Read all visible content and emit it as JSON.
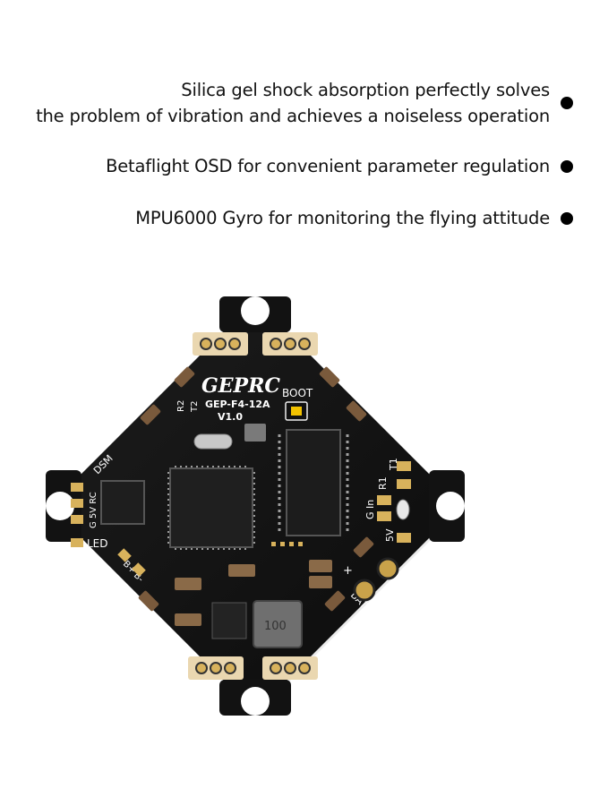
{
  "features": [
    {
      "lines": [
        "Silica gel shock absorption perfectly solves",
        "the problem of vibration  and achieves a noiseless operation"
      ]
    },
    {
      "lines": [
        "Betaflight OSD for convenient parameter regulation"
      ]
    },
    {
      "lines": [
        "MPU6000 Gyro for monitoring the flying attitude"
      ]
    }
  ],
  "board": {
    "brand": "GEPRC",
    "model": "GEP-F4-12A",
    "version": "V1.0",
    "boot": "BOOT",
    "labels": {
      "r2": "R2",
      "t2": "T2",
      "dsm": "DSM",
      "g5vrc": "G 5V RC",
      "led": "LED",
      "bplus": "B+",
      "bminus": "B-",
      "t1": "T1",
      "r1": "R1",
      "gin": "G In",
      "v5": "5V",
      "bat": "BAT+",
      "plus": "+"
    },
    "chip_text": "100",
    "colors": {
      "pcb": "#121212",
      "pad": "#d8b25c",
      "component": "#7a5a3c",
      "boot_button": "#f2c200"
    }
  }
}
